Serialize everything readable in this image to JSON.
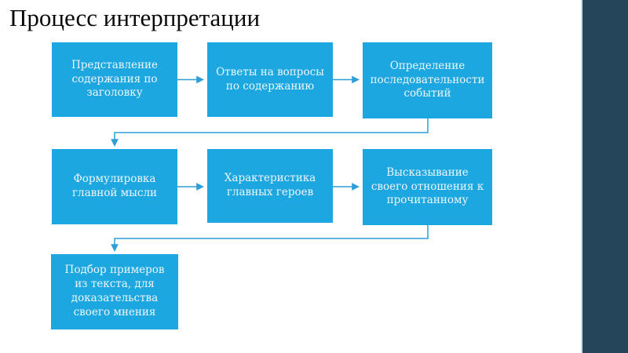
{
  "slide": {
    "title": "Процесс интерпретации"
  },
  "boxes": [
    {
      "id": 1,
      "text": "Представление содержания по заголовку"
    },
    {
      "id": 2,
      "text": "Ответы на вопросы по содержанию"
    },
    {
      "id": 3,
      "text": "Определение последовательности событий"
    },
    {
      "id": 4,
      "text": "Формулировка главной мысли"
    },
    {
      "id": 5,
      "text": "Характеристика главных героев"
    },
    {
      "id": 6,
      "text": "Высказывание своего отношения к прочитанному"
    },
    {
      "id": 7,
      "text": "Подбор примеров из текста, для доказательства своего мнения"
    }
  ],
  "flow": {
    "type": "flowchart",
    "connections": [
      {
        "from": 1,
        "to": 2,
        "style": "straight-arrow"
      },
      {
        "from": 2,
        "to": 3,
        "style": "straight-arrow"
      },
      {
        "from": 3,
        "to": 4,
        "style": "elbow-arrow"
      },
      {
        "from": 4,
        "to": 5,
        "style": "straight-arrow"
      },
      {
        "from": 5,
        "to": 6,
        "style": "straight-arrow"
      },
      {
        "from": 6,
        "to": 7,
        "style": "elbow-arrow"
      }
    ]
  },
  "theme": {
    "background": "#ffffff",
    "box_fill": "#1ca7e0",
    "box_text": "#edf6fb",
    "connector": "#2e9fd6",
    "sidebar": "#24455a",
    "sidebar_edge": "#cfe0e6",
    "title_color": "#0a0a0a"
  }
}
